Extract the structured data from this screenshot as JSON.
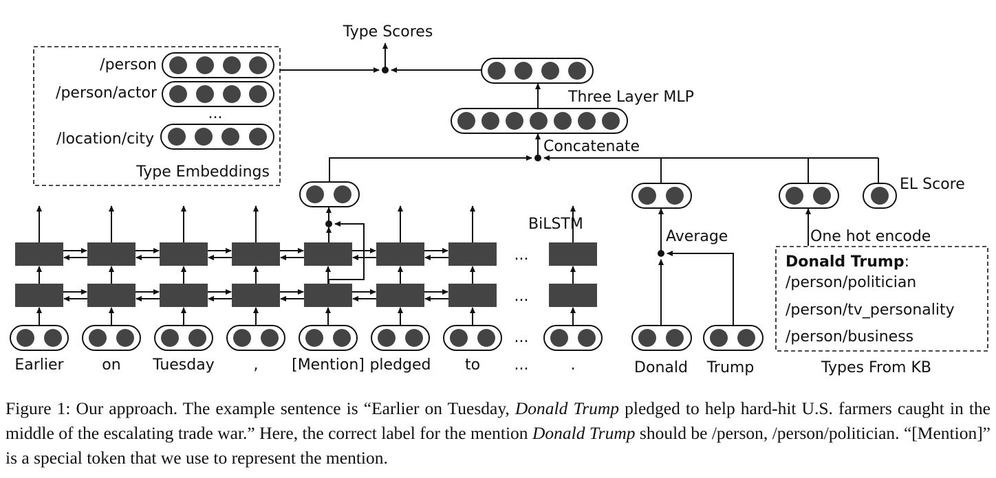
{
  "labels": {
    "type_scores": "Type Scores",
    "three_layer_mlp": "Three Layer MLP",
    "concatenate": "Concatenate",
    "el_score": "EL Score",
    "bilstm": "BiLSTM",
    "average": "Average",
    "one_hot_encode": "One hot encode",
    "type_embeddings": "Type Embeddings",
    "types_from_kb": "Types From KB"
  },
  "type_embeddings": {
    "rows": [
      "/person",
      "/person/actor",
      "/location/city"
    ],
    "ellipsis": "..."
  },
  "kb_types": {
    "entity": "Donald Trump",
    "suffix": ":",
    "types": [
      "/person/politician",
      "/person/tv_personality",
      "/person/business"
    ]
  },
  "tokens": [
    "Earlier",
    "on",
    "Tuesday",
    ",",
    "[Mention]",
    "pledged",
    "to",
    "...",
    "."
  ],
  "mention_tokens": [
    "Donald",
    "Trump"
  ],
  "ellipsis": "...",
  "caption": {
    "part1": "Figure 1: Our approach. The example sentence is “Earlier on Tuesday, ",
    "entity1": "Donald Trump",
    "part2": " pledged to help hard-hit U.S. farmers caught in the middle of the escalating trade war.” Here, the correct label for the mention ",
    "entity2": "Donald Trump",
    "part3": " should be /person, /person/politician. “[Mention]” is a special token that we use to represent the mention."
  }
}
